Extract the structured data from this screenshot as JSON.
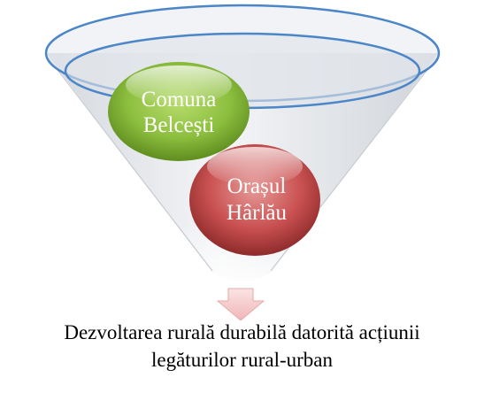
{
  "funnel": {
    "inputs": [
      {
        "lines": [
          "Comuna",
          "Belcești"
        ],
        "color": "#8dbf3f"
      },
      {
        "lines": [
          "Orașul",
          "Hârlău"
        ],
        "color": "#c95050"
      }
    ],
    "outcome": {
      "lines": [
        "Dezvoltarea rurală durabilă datorită acțiunii",
        "legăturilor rural-urban"
      ]
    }
  }
}
